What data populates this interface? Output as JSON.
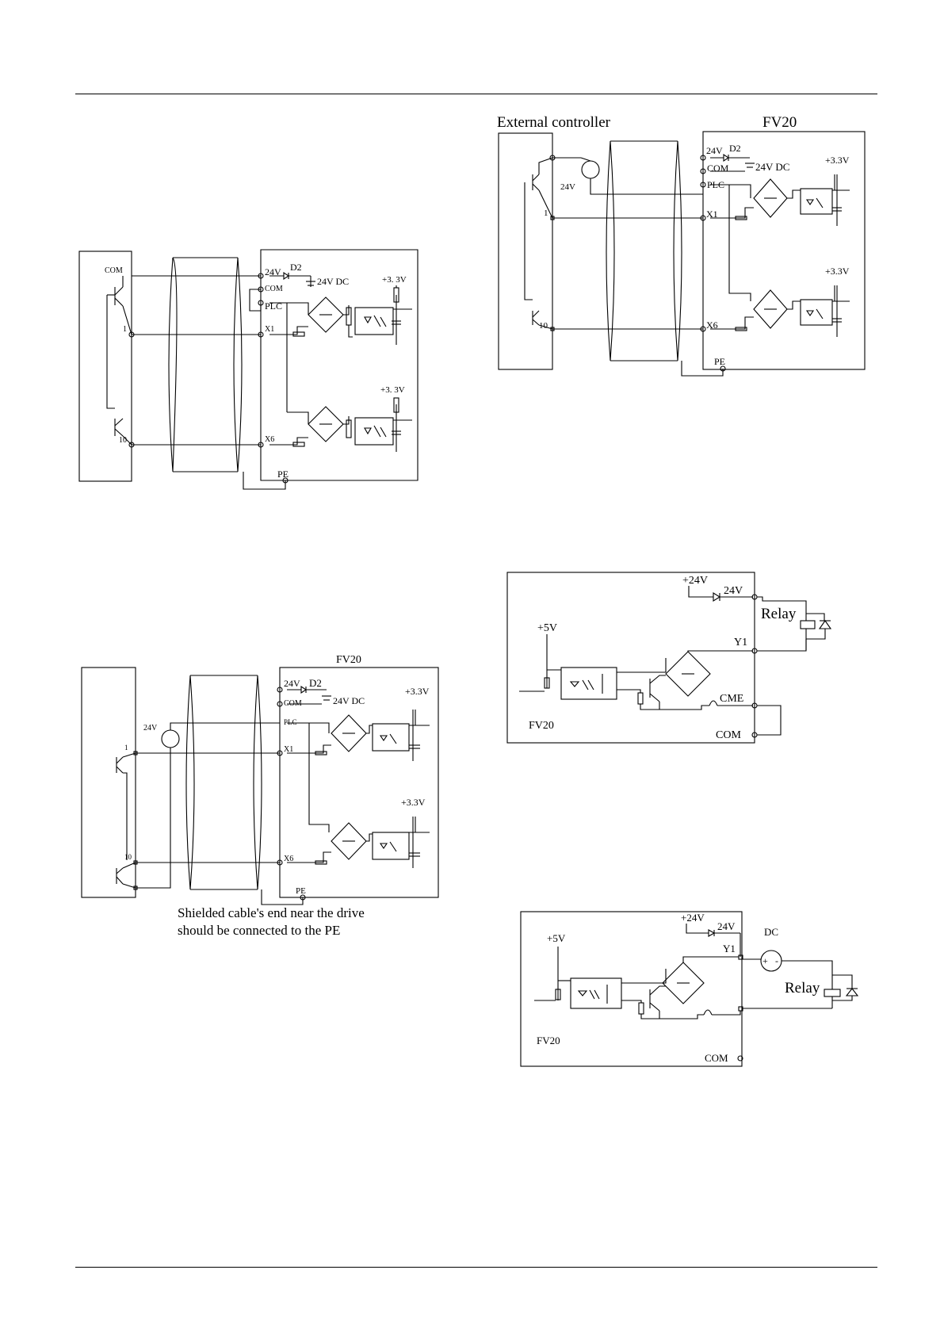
{
  "fig1": {
    "com": "COM",
    "t1": "1",
    "t10": "10",
    "v24": "24V",
    "d2": "D2",
    "vdc": "24V DC",
    "com2": "COM",
    "plc": "PLC",
    "x1": "X1",
    "x6": "X6",
    "v33a": "+3. 3V",
    "v33b": "+3. 3V",
    "pe": "PE"
  },
  "fig2": {
    "title_left": "External controller",
    "title_right": "FV20",
    "v24": "24V",
    "d2": "D2",
    "vdc": "24V DC",
    "com": "COM",
    "plc": "PLC",
    "x1": "X1",
    "x6": "X6",
    "v33a": "+3.3V",
    "v33b": "+3.3V",
    "src": "24V",
    "t1": "1",
    "t10": "10",
    "pe": "PE"
  },
  "fig3": {
    "title": "FV20",
    "v24": "24V",
    "d2": "D2",
    "vdc": "24V DC",
    "com": "COM",
    "plc": "PLC",
    "x1": "X1",
    "x6": "X6",
    "v33a": "+3.3V",
    "v33b": "+3.3V",
    "src": "24V",
    "t1": "1",
    "t10": "10",
    "pe": "PE",
    "caption_line1": "Shielded cable's end near the drive",
    "caption_line2": "should be connected to the PE"
  },
  "fig4": {
    "p24": "+24V",
    "v24": "24V",
    "relay": "Relay",
    "p5": "+5V",
    "y1": "Y1",
    "cme": "CME",
    "fv20": "FV20",
    "com": "COM"
  },
  "fig5": {
    "p24": "+24V",
    "v24": "24V",
    "dc": "DC",
    "p5": "+5V",
    "y1": "Y1",
    "relay": "Relay",
    "fv20": "FV20",
    "com": "COM",
    "plus": "+",
    "minus": "-"
  }
}
